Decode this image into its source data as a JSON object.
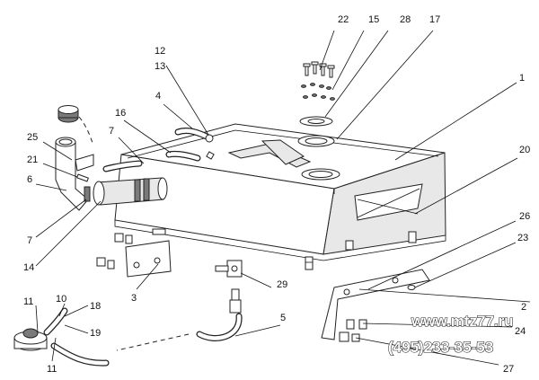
{
  "diagram": {
    "callouts": [
      {
        "id": "c22",
        "label": "22"
      },
      {
        "id": "c15",
        "label": "15"
      },
      {
        "id": "c28",
        "label": "28"
      },
      {
        "id": "c17",
        "label": "17"
      },
      {
        "id": "c1",
        "label": "1"
      },
      {
        "id": "c12",
        "label": "12"
      },
      {
        "id": "c13",
        "label": "13"
      },
      {
        "id": "c4",
        "label": "4"
      },
      {
        "id": "c16",
        "label": "16"
      },
      {
        "id": "c25",
        "label": "25"
      },
      {
        "id": "c7a",
        "label": "7"
      },
      {
        "id": "c21",
        "label": "21"
      },
      {
        "id": "c6",
        "label": "6"
      },
      {
        "id": "c20",
        "label": "20"
      },
      {
        "id": "c7b",
        "label": "7"
      },
      {
        "id": "c14",
        "label": "14"
      },
      {
        "id": "c26",
        "label": "26"
      },
      {
        "id": "c23",
        "label": "23"
      },
      {
        "id": "c3",
        "label": "3"
      },
      {
        "id": "c29",
        "label": "29"
      },
      {
        "id": "c2",
        "label": "2"
      },
      {
        "id": "c11a",
        "label": "11"
      },
      {
        "id": "c10",
        "label": "10"
      },
      {
        "id": "c18",
        "label": "18"
      },
      {
        "id": "c19",
        "label": "19"
      },
      {
        "id": "c5",
        "label": "5"
      },
      {
        "id": "c24",
        "label": "24"
      },
      {
        "id": "c11b",
        "label": "11"
      },
      {
        "id": "c27",
        "label": "27"
      }
    ]
  },
  "watermark": {
    "site": "www.mtz77.ru",
    "phone": "(495)233-35-53"
  }
}
